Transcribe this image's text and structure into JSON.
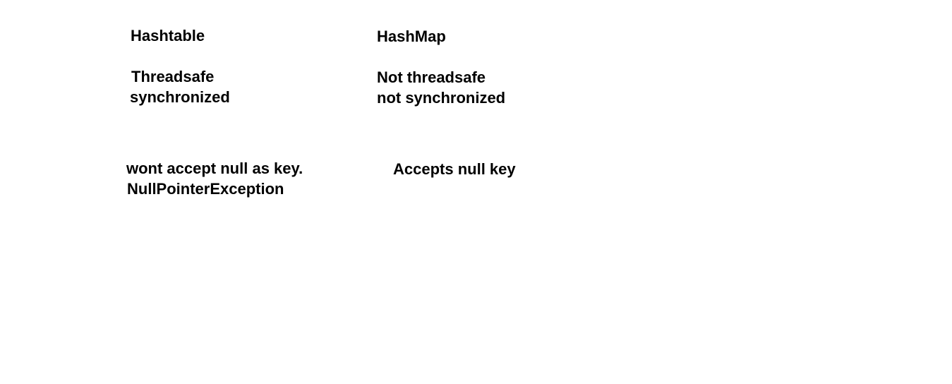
{
  "hashtable": {
    "heading": "Hashtable",
    "thread_safety": "Threadsafe",
    "synchronization": "synchronized",
    "null_key": "wont accept null as key.",
    "null_key_exception": "NullPointerException"
  },
  "hashmap": {
    "heading": "HashMap",
    "thread_safety": "Not threadsafe",
    "synchronization": "not synchronized",
    "null_key": "Accepts null key"
  }
}
